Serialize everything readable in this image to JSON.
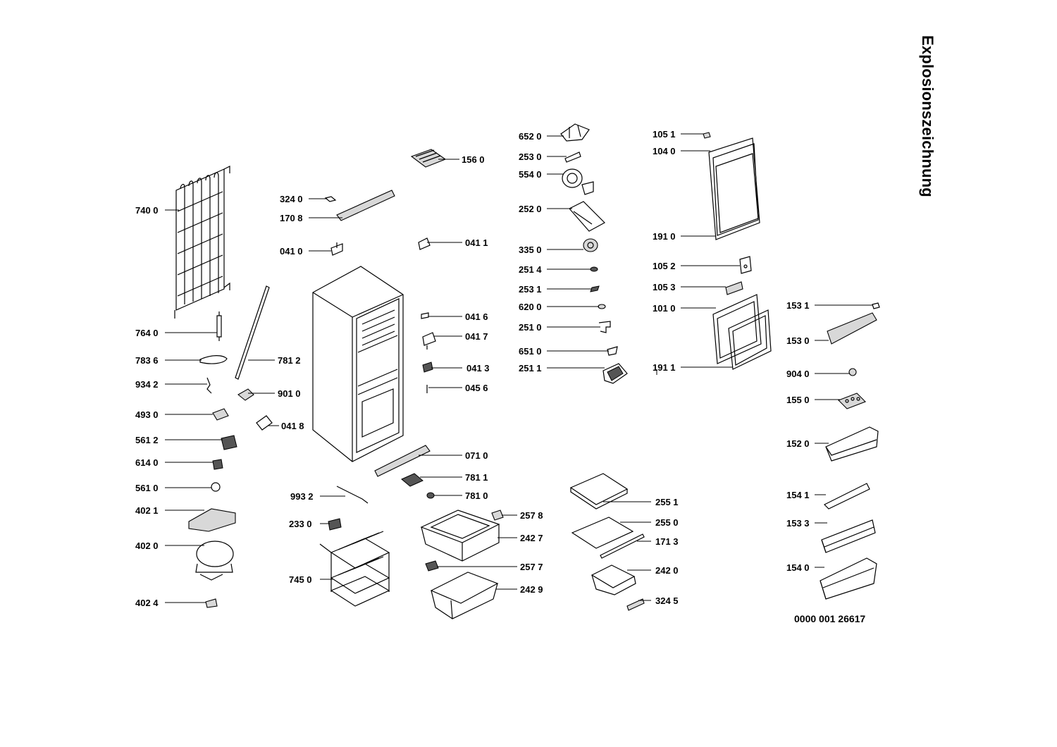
{
  "title": "Explosionszeichnung",
  "document_number": "0000 001 26617",
  "parts": [
    {
      "id": "p7400",
      "label": "740 0"
    },
    {
      "id": "p3240",
      "label": "324 0"
    },
    {
      "id": "p1708",
      "label": "170 8"
    },
    {
      "id": "p0410",
      "label": "041 0"
    },
    {
      "id": "p7640",
      "label": "764 0"
    },
    {
      "id": "p7836",
      "label": "783 6"
    },
    {
      "id": "p9342",
      "label": "934 2"
    },
    {
      "id": "p4930",
      "label": "493 0"
    },
    {
      "id": "p5612",
      "label": "561 2"
    },
    {
      "id": "p6140",
      "label": "614 0"
    },
    {
      "id": "p5610",
      "label": "561 0"
    },
    {
      "id": "p4021",
      "label": "402 1"
    },
    {
      "id": "p4020",
      "label": "402 0"
    },
    {
      "id": "p4024",
      "label": "402 4"
    },
    {
      "id": "p7812",
      "label": "781 2"
    },
    {
      "id": "p9010",
      "label": "901 0"
    },
    {
      "id": "p0418",
      "label": "041 8"
    },
    {
      "id": "p1560",
      "label": "156 0"
    },
    {
      "id": "p0411",
      "label": "041 1"
    },
    {
      "id": "p0416",
      "label": "041 6"
    },
    {
      "id": "p0417",
      "label": "041 7"
    },
    {
      "id": "p0413",
      "label": "041 3"
    },
    {
      "id": "p0456",
      "label": "045 6"
    },
    {
      "id": "p0710",
      "label": "071 0"
    },
    {
      "id": "p7811",
      "label": "781 1"
    },
    {
      "id": "p7810",
      "label": "781 0"
    },
    {
      "id": "p9932",
      "label": "993 2"
    },
    {
      "id": "p2330",
      "label": "233 0"
    },
    {
      "id": "p7450",
      "label": "745 0"
    },
    {
      "id": "p2578",
      "label": "257 8"
    },
    {
      "id": "p2427",
      "label": "242 7"
    },
    {
      "id": "p2577",
      "label": "257 7"
    },
    {
      "id": "p2429",
      "label": "242 9"
    },
    {
      "id": "p6520",
      "label": "652 0"
    },
    {
      "id": "p2530",
      "label": "253 0"
    },
    {
      "id": "p5540",
      "label": "554 0"
    },
    {
      "id": "p2520",
      "label": "252 0"
    },
    {
      "id": "p3350",
      "label": "335 0"
    },
    {
      "id": "p2514",
      "label": "251 4"
    },
    {
      "id": "p2531",
      "label": "253 1"
    },
    {
      "id": "p6200",
      "label": "620 0"
    },
    {
      "id": "p2510",
      "label": "251 0"
    },
    {
      "id": "p6510",
      "label": "651 0"
    },
    {
      "id": "p2511",
      "label": "251 1"
    },
    {
      "id": "p2551",
      "label": "255 1"
    },
    {
      "id": "p2550",
      "label": "255 0"
    },
    {
      "id": "p1713",
      "label": "171 3"
    },
    {
      "id": "p2420",
      "label": "242 0"
    },
    {
      "id": "p3245",
      "label": "324 5"
    },
    {
      "id": "p1051",
      "label": "105 1"
    },
    {
      "id": "p1040",
      "label": "104 0"
    },
    {
      "id": "p1910",
      "label": "191 0"
    },
    {
      "id": "p1052",
      "label": "105 2"
    },
    {
      "id": "p1053",
      "label": "105 3"
    },
    {
      "id": "p1010",
      "label": "101 0"
    },
    {
      "id": "p1911",
      "label": "191 1"
    },
    {
      "id": "p1531",
      "label": "153 1"
    },
    {
      "id": "p1530",
      "label": "153 0"
    },
    {
      "id": "p9040",
      "label": "904 0"
    },
    {
      "id": "p1550",
      "label": "155 0"
    },
    {
      "id": "p1520",
      "label": "152 0"
    },
    {
      "id": "p1541",
      "label": "154 1"
    },
    {
      "id": "p1533",
      "label": "153 3"
    },
    {
      "id": "p1540",
      "label": "154 0"
    }
  ]
}
